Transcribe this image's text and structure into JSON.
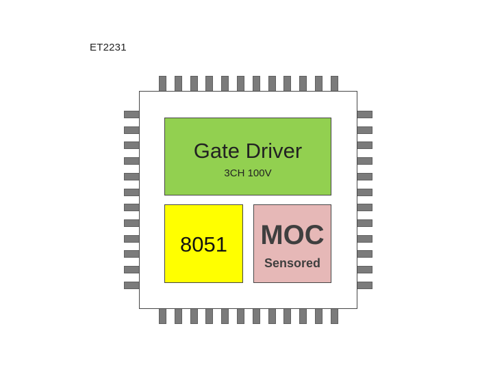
{
  "chip": {
    "name": "ET2231",
    "pins_per_side": 12
  },
  "blocks": {
    "gate_driver": {
      "title": "Gate Driver",
      "subtitle": "3CH 100V",
      "color": "#92d050"
    },
    "mcu": {
      "title": "8051",
      "color": "#ffff00"
    },
    "moc": {
      "title": "MOC",
      "subtitle": "Sensored",
      "color": "#e6b8b7"
    }
  },
  "colors": {
    "pin": "#7b7b7b",
    "package_outline": "#444444"
  }
}
